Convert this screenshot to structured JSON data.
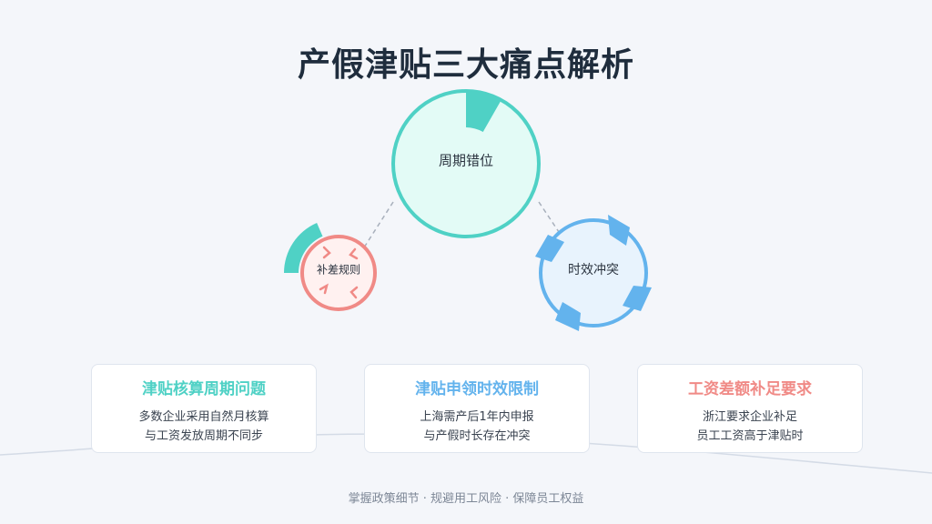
{
  "title": "产假津贴三大痛点解析",
  "nodes": {
    "main": {
      "label": "周期错位",
      "color": "#4fd1c5",
      "fill": "#e3fbf6"
    },
    "left": {
      "label": "补差规则",
      "color": "#f08a86",
      "fill": "#fff1f0"
    },
    "right": {
      "label": "时效冲突",
      "color": "#63b3ed",
      "fill": "#e8f3fd"
    }
  },
  "cards": [
    {
      "title": "津贴核算周期问题",
      "color": "#4fd1c5",
      "line1": "多数企业采用自然月核算",
      "line2": "与工资发放周期不同步"
    },
    {
      "title": "津贴申领时效限制",
      "color": "#63b3ed",
      "line1": "上海需产后1年内申报",
      "line2": "与产假时长存在冲突"
    },
    {
      "title": "工资差额补足要求",
      "color": "#f08a86",
      "line1": "浙江要求企业补足",
      "line2": "员工工资高于津贴时"
    }
  ],
  "footer": "掌握政策细节 · 规避用工风险 · 保障员工权益"
}
